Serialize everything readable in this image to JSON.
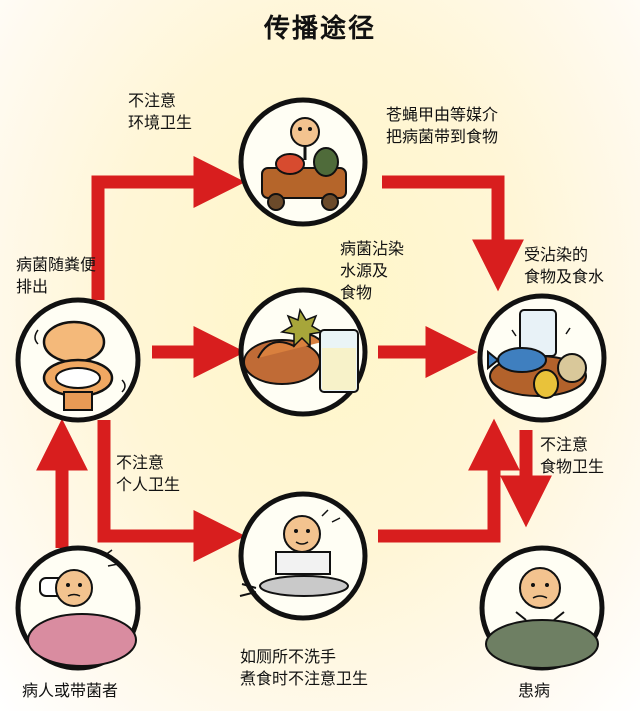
{
  "title": "传播途径",
  "labels": {
    "unclean_env": [
      "不注意",
      "环境卫生"
    ],
    "vectors": [
      "苍蝇甲由等媒介",
      "把病菌带到食物"
    ],
    "excreted": [
      "病菌随粪便",
      "排出"
    ],
    "water_contam": [
      "病菌沾染",
      "水源及",
      "食物"
    ],
    "contaminated_food": [
      "受沾染的",
      "食物及食水"
    ],
    "personal_hygiene": [
      "不注意",
      "个人卫生"
    ],
    "food_hygiene": [
      "不注意",
      "食物卫生"
    ],
    "cooking": [
      "如厕所不洗手",
      "煮食时不注意卫生"
    ],
    "patient_carrier": [
      "病人或带菌者"
    ],
    "sick": [
      "患病"
    ]
  },
  "colors": {
    "arrow": "#d81e1e",
    "outline": "#111111",
    "circle_fill": "#fffef4"
  },
  "icons": {
    "node_garbage": "flies-on-garbage-cart-icon",
    "node_toilet": "toilet-icon",
    "node_food_water": "contaminated-food-and-water-icon",
    "node_meal": "fish-and-fruit-meal-icon",
    "node_cook": "unhygienic-cook-icon",
    "node_patient": "patient-in-bed-icon",
    "node_sick": "sick-person-in-bed-icon"
  }
}
